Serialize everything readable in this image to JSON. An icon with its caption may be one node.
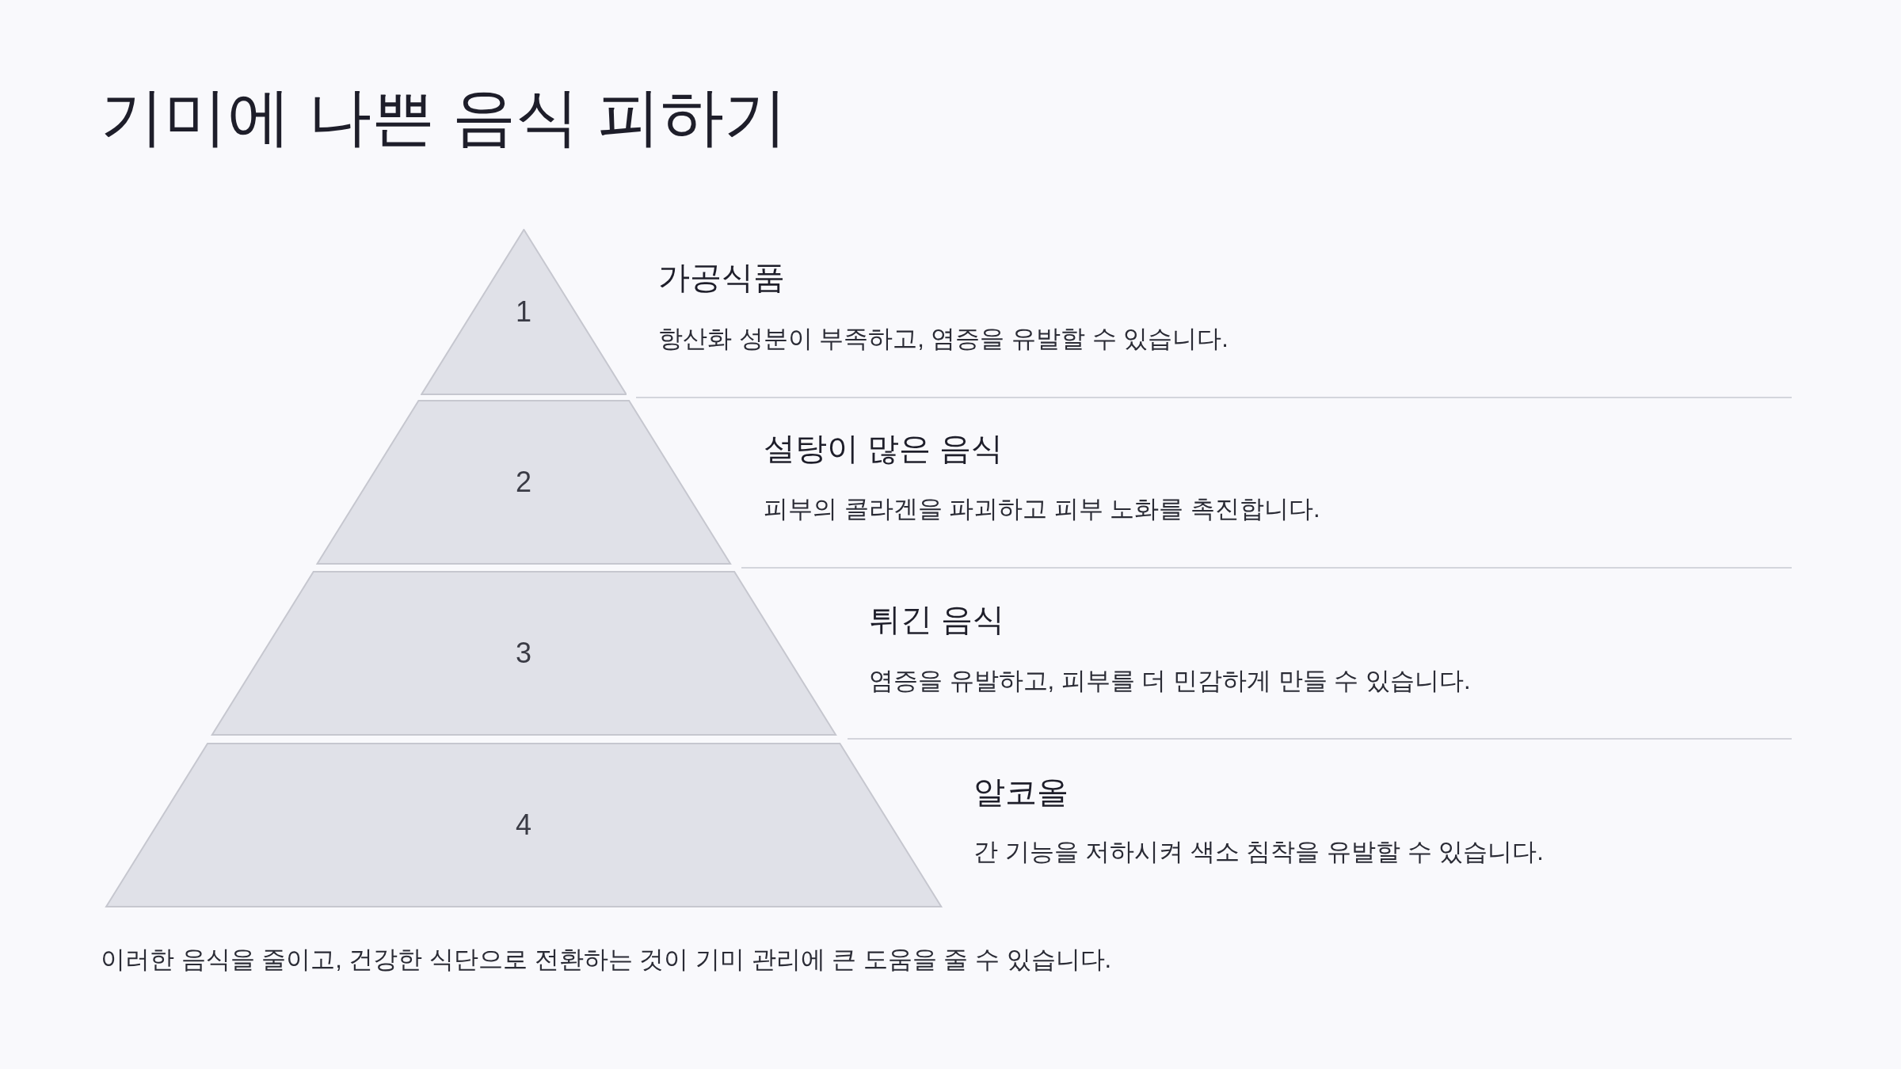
{
  "diagram": {
    "title": "기미에 나쁜 음식 피하기",
    "nodes": [
      {
        "text": [
          "1"
        ],
        "beside": [
          "가공식품",
          "항산화 성분이 부족하고, 염증을 유발할 수 있습니다."
        ]
      },
      {
        "text": [
          "2"
        ],
        "beside": [
          "설탕이 많은 음식",
          "피부의 콜라겐을 파괴하고 피부 노화를 촉진합니다."
        ]
      },
      {
        "text": [
          "3"
        ],
        "beside": [
          "튀긴 음식",
          "염증을 유발하고, 피부를 더 민감하게 만들 수 있습니다."
        ]
      },
      {
        "text": [
          "4"
        ],
        "beside": [
          "알코올",
          "간 기능을 저하시켜 색소 침착을 유발할 수 있습니다."
        ]
      }
    ],
    "caption": "이러한 음식을 줄이고, 건강한 식단으로 전환하는 것이 기미 관리에 큰 도움을 줄 수 있습니다."
  }
}
